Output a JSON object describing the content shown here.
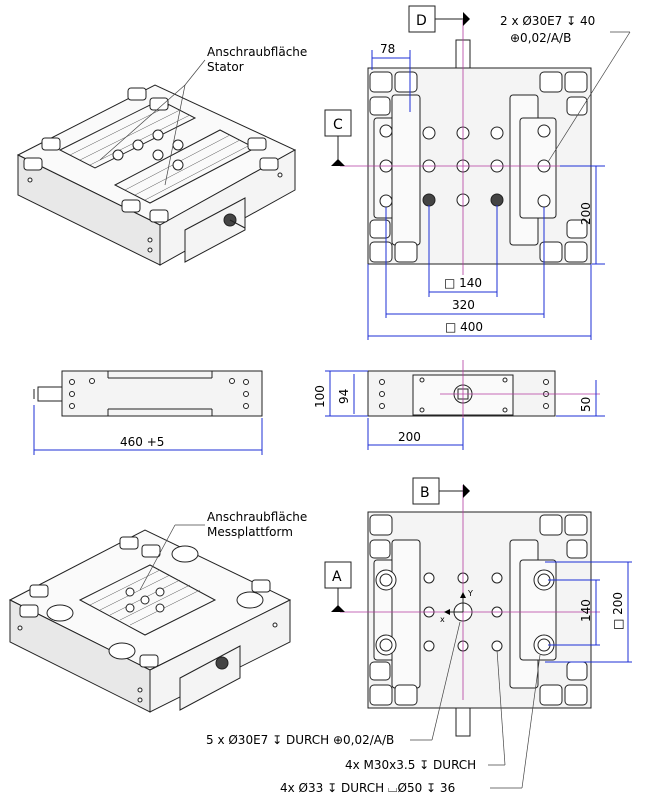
{
  "labels": {
    "stator_surface_line1": "Anschraubfläche",
    "stator_surface_line2": "Stator",
    "platform_surface_line1": "Anschraubfläche",
    "platform_surface_line2": "Messplattform",
    "datum_D": "D",
    "datum_C": "C",
    "datum_B": "B",
    "datum_A": "A",
    "axis_x": "x",
    "axis_y": "Y"
  },
  "callouts": {
    "top_holes_line1": "2 x Ø30E7 ↧ 40",
    "top_holes_line2": "⊕0,02/A/B",
    "bottom_holes": "5 x Ø30E7 ↧ DURCH ⊕0,02/A/B",
    "bottom_threads": "4x M30x3.5 ↧ DURCH",
    "bottom_counterbore": "4x Ø33 ↧ DURCH ⌴Ø50 ↧ 36"
  },
  "dimensions": {
    "top_78": "78",
    "top_200": "200",
    "top_140": "□ 140",
    "top_320": "320",
    "top_400": "□ 400",
    "side_460": "460 +5",
    "front_100": "100",
    "front_94": "94",
    "front_200": "200",
    "front_50": "50",
    "bottom_140": "140",
    "bottom_200": "□ 200"
  },
  "colors": {
    "dimension": "#1d2fd6",
    "centerline": "#b33aa0",
    "outline": "#222222"
  }
}
